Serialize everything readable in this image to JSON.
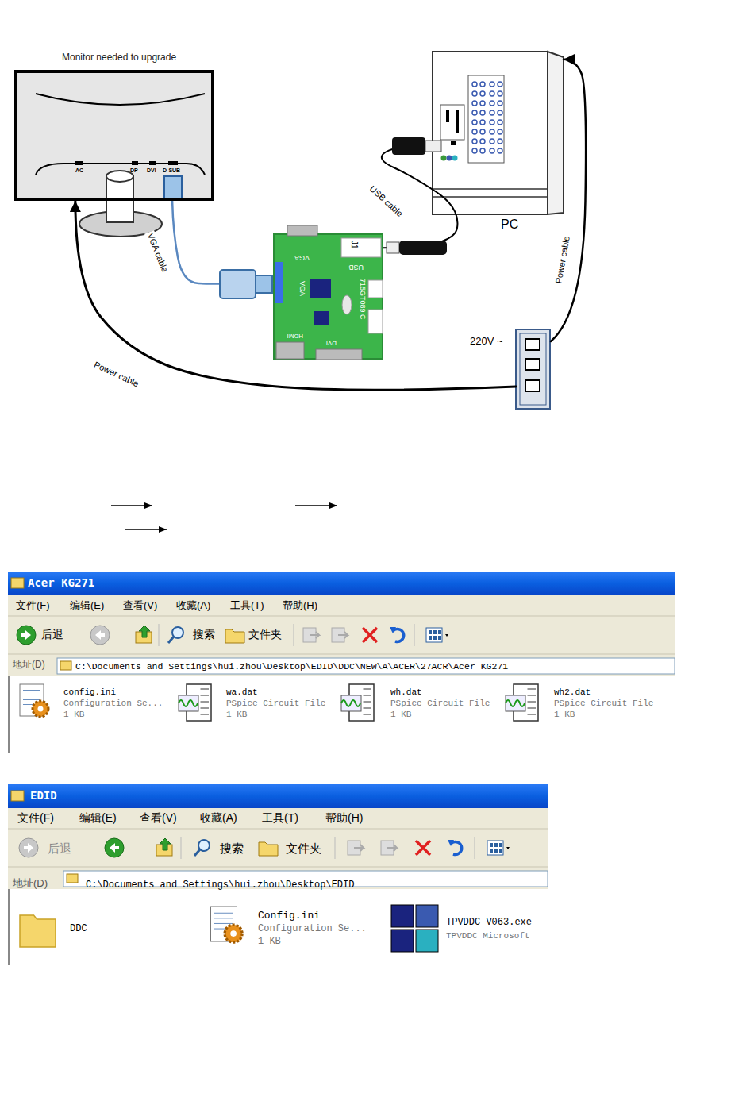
{
  "diagram": {
    "nodes": [
      {
        "text": [
          "Monitor needed to upgrade"
        ]
      },
      {
        "text": [
          "PC"
        ]
      },
      {
        "text": [
          "715GT089 C"
        ]
      },
      {
        "text": [
          "220V ~"
        ]
      },
      {
        "text": [
          "Acer KG271"
        ]
      },
      {
        "text": [
          "EDID"
        ]
      }
    ],
    "edges": [
      {
        "from": 0,
        "to": 2,
        "arrow": "none",
        "label": "VGA cable"
      },
      {
        "from": 2,
        "to": 1,
        "arrow": "none",
        "label": "USB cable"
      },
      {
        "from": 3,
        "to": 0,
        "arrow": "to",
        "label": "Power cable"
      },
      {
        "from": 3,
        "to": 1,
        "arrow": "to",
        "label": "Power cable"
      }
    ],
    "labels": [
      "AC",
      "DP",
      "DVI",
      "D-SUB",
      "VGA",
      "J1",
      "USB",
      "VGA",
      "HDMI",
      "DVI",
      "文件(F)",
      "编辑(E)",
      "查看(V)",
      "收藏(A)",
      "工具(T)",
      "帮助(H)",
      "后退",
      "搜索",
      "文件夹",
      "地址(D)",
      "C:\\Documents and Settings\\hui.zhou\\Desktop\\EDID\\DDC\\NEW\\A\\ACER\\27ACR\\Acer KG271",
      "config.ini",
      "Configuration Se...",
      "1 KB",
      "wa.dat",
      "PSpice Circuit File",
      "1 KB",
      "wh.dat",
      "PSpice Circuit File",
      "1 KB",
      "wh2.dat",
      "PSpice Circuit File",
      "1 KB",
      "文件(F)",
      "编辑(E)",
      "查看(V)",
      "收藏(A)",
      "工具(T)",
      "帮助(H)",
      "后退",
      "搜索",
      "文件夹",
      "地址(D)",
      "C:\\Documents and Settings\\hui.zhou\\Desktop\\EDID",
      "DDC",
      "Config.ini",
      "Configuration Se...",
      "1 KB",
      "TPVDDC_V063.exe",
      "TPVDDC Microsoft"
    ]
  }
}
